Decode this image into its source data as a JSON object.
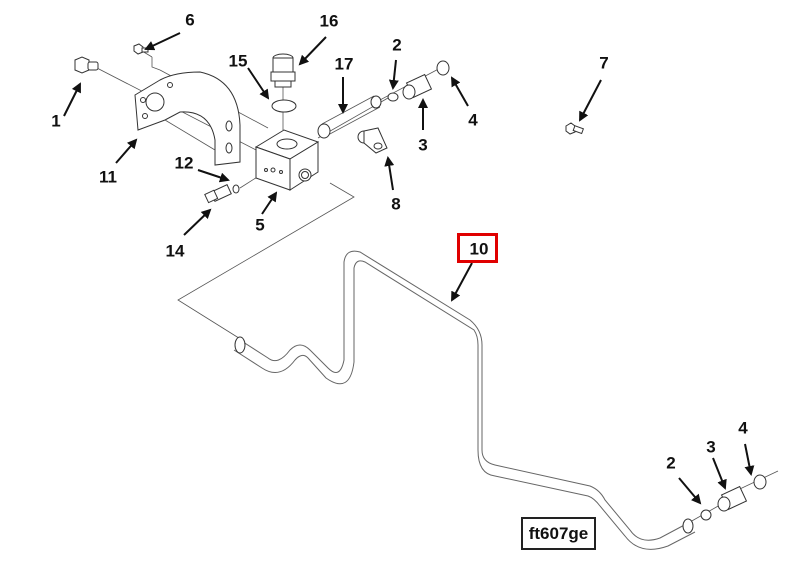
{
  "diagram": {
    "type": "exploded-parts-diagram",
    "drawing_code": "ft607ge",
    "highlight_color": "#e00000",
    "highlighted_part": "10",
    "callouts": [
      {
        "id": "c1",
        "label": "1",
        "part": "bolt"
      },
      {
        "id": "c6",
        "label": "6",
        "part": "small-screw"
      },
      {
        "id": "c11",
        "label": "11",
        "part": "mounting-bracket"
      },
      {
        "id": "c15",
        "label": "15",
        "part": "o-ring"
      },
      {
        "id": "c16",
        "label": "16",
        "part": "fitting"
      },
      {
        "id": "c17",
        "label": "17",
        "part": "tube-nipple"
      },
      {
        "id": "c12",
        "label": "12",
        "part": "o-ring-small"
      },
      {
        "id": "c14",
        "label": "14",
        "part": "valve-fitting"
      },
      {
        "id": "c5",
        "label": "5",
        "part": "manifold-block"
      },
      {
        "id": "c2a",
        "label": "2",
        "part": "o-ring"
      },
      {
        "id": "c3a",
        "label": "3",
        "part": "union-fitting"
      },
      {
        "id": "c4a",
        "label": "4",
        "part": "seal-disc"
      },
      {
        "id": "c8",
        "label": "8",
        "part": "p-clamp"
      },
      {
        "id": "c7",
        "label": "7",
        "part": "screw"
      },
      {
        "id": "c10",
        "label": "10",
        "part": "hose-tube"
      },
      {
        "id": "c2b",
        "label": "2",
        "part": "o-ring"
      },
      {
        "id": "c3b",
        "label": "3",
        "part": "union-fitting"
      },
      {
        "id": "c4b",
        "label": "4",
        "part": "seal-disc"
      }
    ]
  }
}
